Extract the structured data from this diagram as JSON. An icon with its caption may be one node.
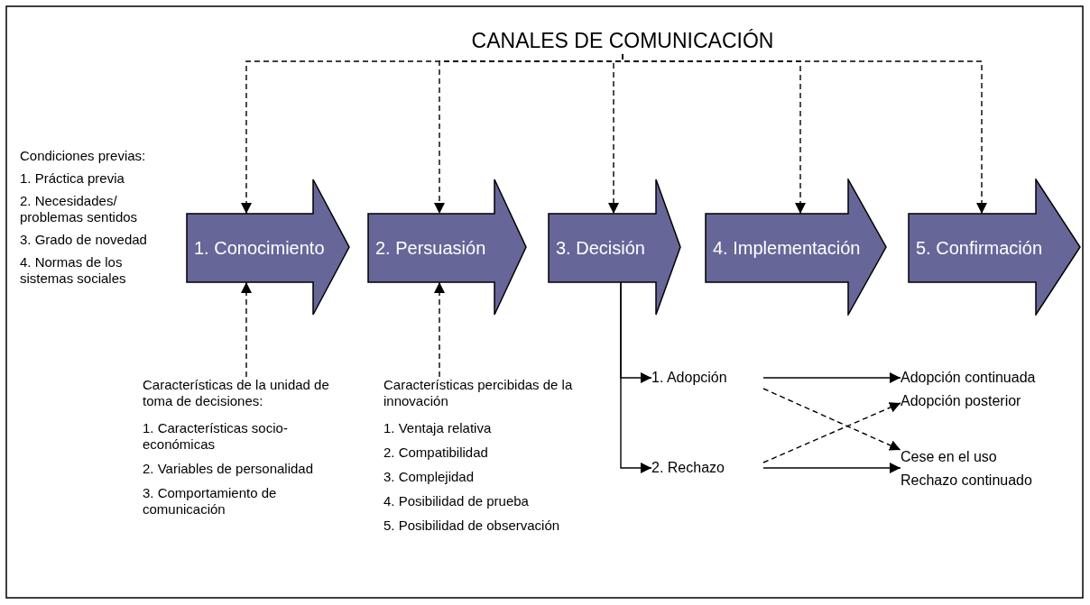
{
  "diagram": {
    "nodes": [
      {
        "text": [
          "CANALES DE COMUNICACIÓN"
        ]
      },
      {
        "text": [
          "1. Conocimiento"
        ]
      },
      {
        "text": [
          "2. Persuasión"
        ]
      },
      {
        "text": [
          "3. Decisión"
        ]
      },
      {
        "text": [
          "4. Implementación"
        ]
      },
      {
        "text": [
          "5. Confirmación"
        ]
      },
      {
        "text": [
          "Características de la unidad de toma de decisiones:",
          "1. Características socio-económicas",
          "2. Variables de personalidad",
          "3. Comportamiento de comunicación"
        ]
      },
      {
        "text": [
          "Características percibidas de la innovación",
          "1. Ventaja relativa",
          "2. Compatibilidad",
          "3. Complejidad",
          "4. Posibilidad de prueba",
          "5. Posibilidad de observación"
        ]
      },
      {
        "text": [
          "1. Adopción"
        ]
      },
      {
        "text": [
          "2. Rechazo"
        ]
      },
      {
        "text": [
          "Adopción continuada"
        ]
      },
      {
        "text": [
          "Adopción posterior"
        ]
      },
      {
        "text": [
          "Cese en el uso"
        ]
      },
      {
        "text": [
          "Rechazo continuado"
        ]
      }
    ],
    "edges": [
      {
        "from": 0,
        "to": 1,
        "arrow": "to",
        "style": "dashed"
      },
      {
        "from": 0,
        "to": 2,
        "arrow": "to",
        "style": "dashed"
      },
      {
        "from": 0,
        "to": 3,
        "arrow": "to",
        "style": "dashed"
      },
      {
        "from": 0,
        "to": 4,
        "arrow": "to",
        "style": "dashed"
      },
      {
        "from": 0,
        "to": 5,
        "arrow": "to",
        "style": "dashed"
      },
      {
        "from": 6,
        "to": 1,
        "arrow": "to",
        "style": "dashed"
      },
      {
        "from": 7,
        "to": 2,
        "arrow": "to",
        "style": "dashed"
      },
      {
        "from": 3,
        "to": 8,
        "arrow": "to"
      },
      {
        "from": 3,
        "to": 9,
        "arrow": "to"
      },
      {
        "from": 8,
        "to": 10,
        "arrow": "to"
      },
      {
        "from": 8,
        "to": 12,
        "arrow": "to",
        "style": "dashed"
      },
      {
        "from": 9,
        "to": 11,
        "arrow": "to",
        "style": "dashed"
      },
      {
        "from": 9,
        "to": 13,
        "arrow": "to"
      }
    ],
    "labels": [
      "Condiciones previas:",
      "1. Práctica previa",
      "2. Necesidades/ problemas sentidos",
      "3. Grado de novedad",
      "4. Normas de los sistemas sociales"
    ]
  }
}
